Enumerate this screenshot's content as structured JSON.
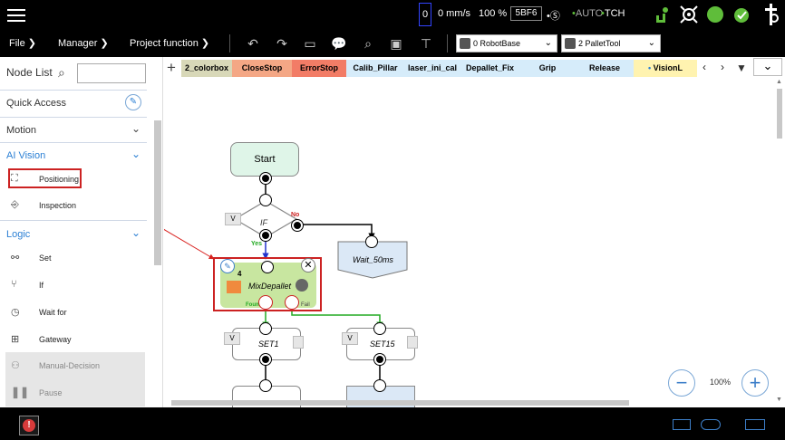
{
  "topbar": {
    "status_index": "0",
    "speed": "0 mm/s",
    "percent": "100 %",
    "code": "5BF6",
    "mode": "AUTO",
    "user": "TCH",
    "colors": {
      "green": "#5fbd3a",
      "frame": "#3344ff"
    }
  },
  "menubar": {
    "file": "File",
    "manager": "Manager",
    "project_function": "Project function",
    "base_dropdown": "0 RobotBase",
    "tool_dropdown": "2 PalletTool",
    "icons": [
      "undo-icon",
      "redo-icon",
      "tag-icon",
      "chat-icon",
      "search-icon",
      "screen-icon",
      "io-icon"
    ]
  },
  "left_panel": {
    "title": "Node List",
    "search_placeholder": "",
    "quick_access": "Quick Access",
    "motion": "Motion",
    "ai_vision": "AI Vision",
    "ai_items": [
      "Positioning",
      "Inspection"
    ],
    "logic": "Logic",
    "logic_items": [
      "Set",
      "If",
      "Wait for",
      "Gateway",
      "Manual-Decision",
      "Pause"
    ]
  },
  "tabs": [
    "2_colorbox",
    "CloseStop",
    "ErrorStop",
    "Calib_Pillar",
    "laser_ini_cal",
    "Depallet_Fix",
    "Grip",
    "Release",
    "VisionL"
  ],
  "flow": {
    "start": "Start",
    "if_label": "IF",
    "v_label": "V",
    "no_label": "No",
    "yes_label": "Yes",
    "wait": "Wait_50ms",
    "mix_number": "4",
    "mix_label": "MixDepallet",
    "found": "Foun",
    "fail": "Fail",
    "set1": "SET1",
    "set15": "SET15"
  },
  "zoom": {
    "level": "100%",
    "minus": "−",
    "plus": "+"
  },
  "colors": {
    "highlight_red": "#cc2222",
    "arrow_red": "#d9221f",
    "node_blue": "#dbe8f6",
    "start_green": "#dff5e8"
  }
}
